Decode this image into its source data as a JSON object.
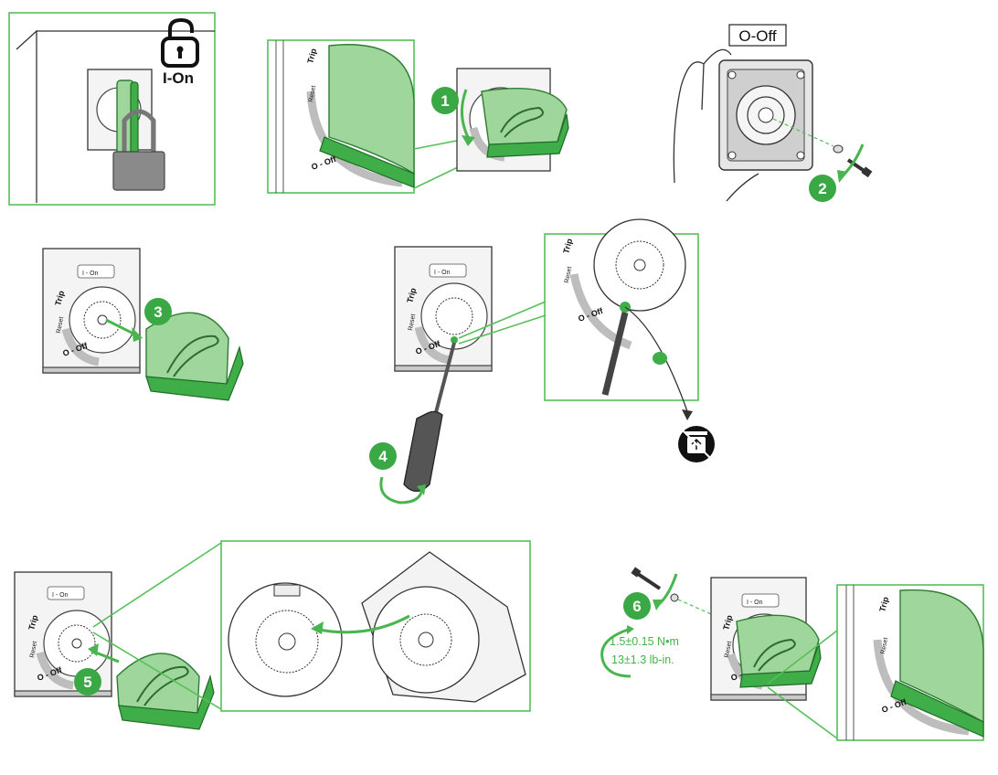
{
  "labels": {
    "ion_lock": "I-On",
    "ooff_box": "O-Off",
    "plate_ion": "I - On",
    "plate_trip": "Trip",
    "plate_reset": "Reset",
    "plate_off": "O - Off",
    "inset_trip": "Trip",
    "inset_reset": "Reset",
    "inset_off": "O - Off",
    "inset4_trip": "Trip",
    "inset4_reset": "Reset",
    "inset4_off": "O - Off",
    "inset6_trip": "Trip",
    "inset6_reset": "Reset",
    "inset6_off": "O - Off"
  },
  "steps": {
    "s1": "1",
    "s2": "2",
    "s3": "3",
    "s4": "4",
    "s5": "5",
    "s6": "6"
  },
  "torque": {
    "metric": "1.5±0.15 N•m",
    "imperial": "13±1.3 lb-in."
  },
  "colors": {
    "accent_green": "#3aa844",
    "handle_green": "#9fd69b",
    "inset_border": "#55c05a"
  },
  "icons": [
    "padlock-open-icon",
    "recycle-bin-icon"
  ]
}
